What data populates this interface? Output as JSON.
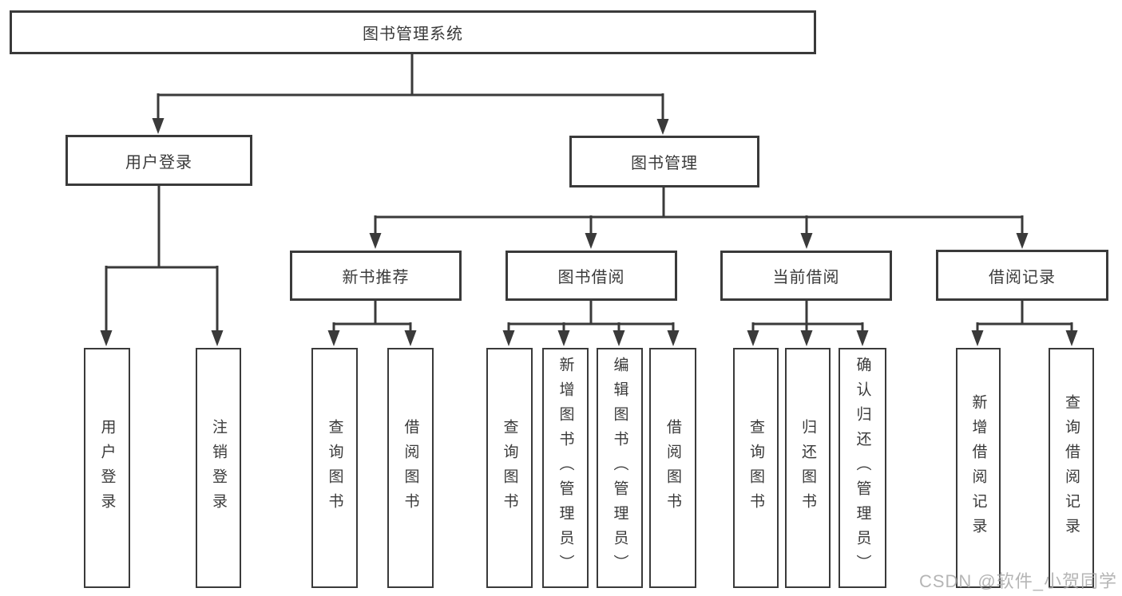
{
  "diagram": {
    "title_node": {
      "label": "图书管理系统"
    },
    "level2": [
      {
        "id": "user-login",
        "label": "用户登录",
        "parent": "图书管理系统"
      },
      {
        "id": "book-management",
        "label": "图书管理",
        "parent": "图书管理系统"
      }
    ],
    "level3": [
      {
        "id": "new-book-recommend",
        "label": "新书推荐",
        "parent": "图书管理"
      },
      {
        "id": "book-borrowing",
        "label": "图书借阅",
        "parent": "图书管理"
      },
      {
        "id": "current-borrowing",
        "label": "当前借阅",
        "parent": "图书管理"
      },
      {
        "id": "borrowing-records",
        "label": "借阅记录",
        "parent": "图书管理"
      }
    ],
    "leaves": [
      {
        "label": "用户登录",
        "parent": "用户登录"
      },
      {
        "label": "注销登录",
        "parent": "用户登录"
      },
      {
        "label": "查询图书",
        "parent": "新书推荐"
      },
      {
        "label": "借阅图书",
        "parent": "新书推荐"
      },
      {
        "label": "查询图书",
        "parent": "图书借阅"
      },
      {
        "label": "新增图书（管理员）",
        "parent": "图书借阅"
      },
      {
        "label": "编辑图书（管理员）",
        "parent": "图书借阅"
      },
      {
        "label": "借阅图书",
        "parent": "图书借阅"
      },
      {
        "label": "查询图书",
        "parent": "当前借阅"
      },
      {
        "label": "归还图书",
        "parent": "当前借阅"
      },
      {
        "label": "确认归还（管理员）",
        "parent": "当前借阅"
      },
      {
        "label": "新增借阅记录",
        "parent": "借阅记录"
      },
      {
        "label": "查询借阅记录",
        "parent": "借阅记录"
      }
    ]
  },
  "watermark": {
    "text": "CSDN @软件_小贺同学"
  },
  "colors": {
    "background": "#ffffff",
    "box_border": "#3a3a3a",
    "connector": "#3a3a3a",
    "text": "#3a3a3a",
    "watermark": "#a8a8a8"
  }
}
